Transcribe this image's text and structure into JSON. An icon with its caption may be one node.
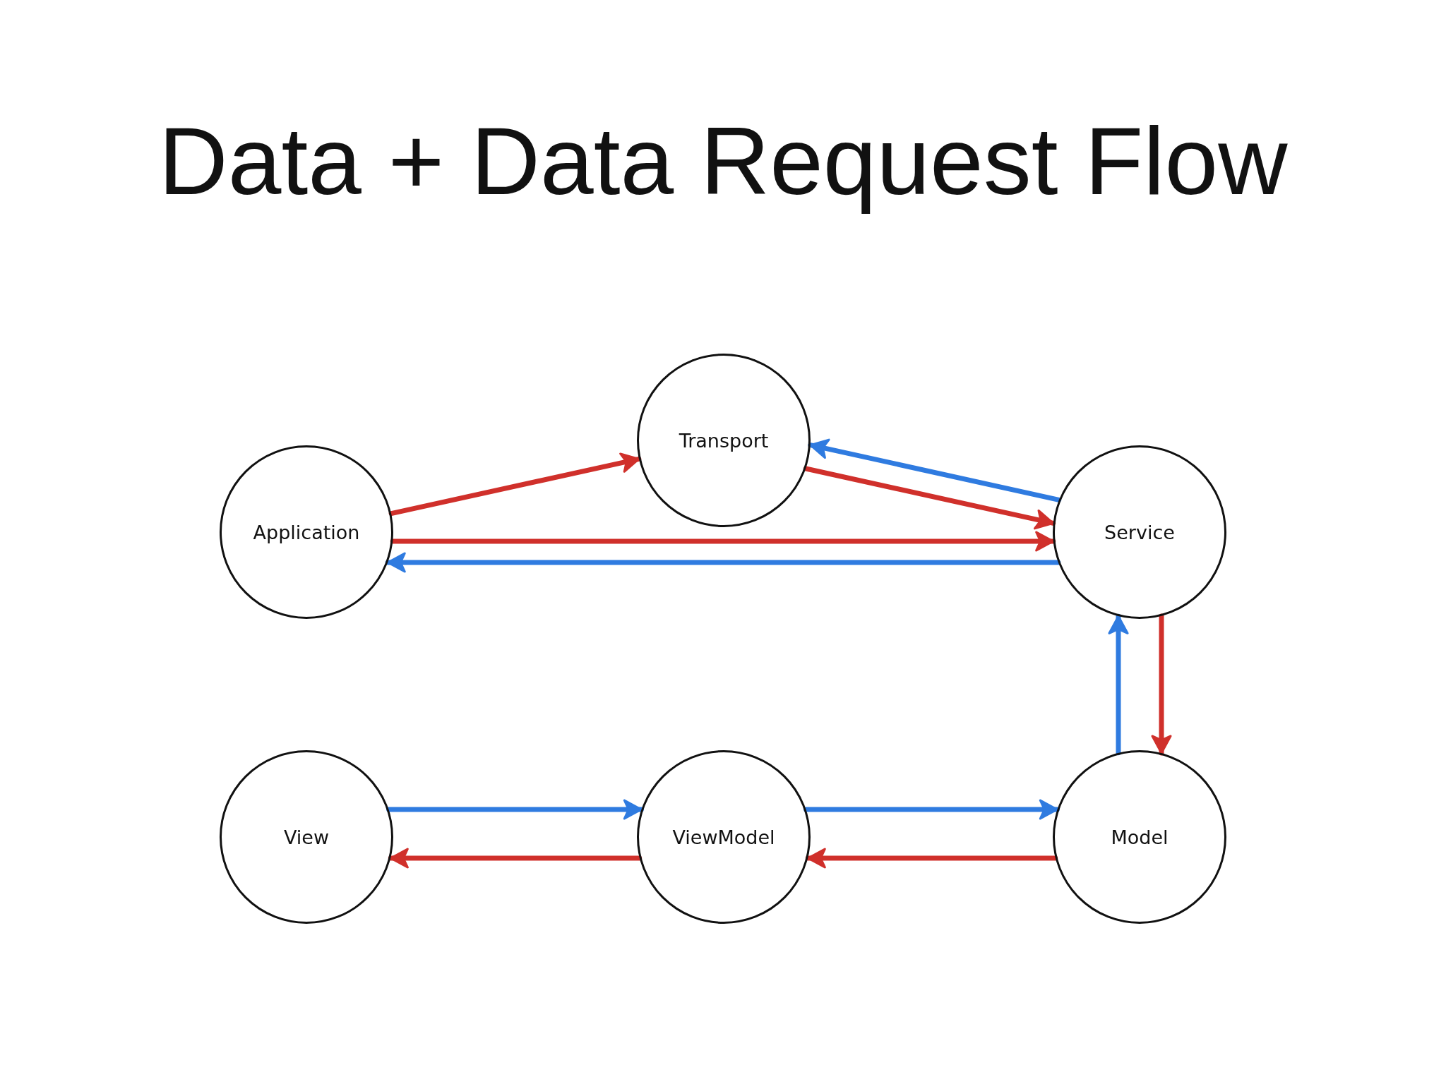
{
  "diagram": {
    "title": "Data + Data Request Flow",
    "nodes": [
      {
        "text": [
          "Application"
        ]
      },
      {
        "text": [
          "Transport"
        ]
      },
      {
        "text": [
          "Service"
        ]
      },
      {
        "text": [
          "View"
        ]
      },
      {
        "text": [
          "ViewModel"
        ]
      },
      {
        "text": [
          "Model"
        ]
      }
    ],
    "edges": [
      {
        "from": 0,
        "to": 1,
        "arrow": "to"
      },
      {
        "from": 1,
        "to": 2,
        "arrow": "to"
      },
      {
        "from": 2,
        "to": 1,
        "arrow": "to",
        "color": "#2f7be0"
      },
      {
        "from": 0,
        "to": 2,
        "arrow": "to"
      },
      {
        "from": 2,
        "to": 0,
        "arrow": "to",
        "color": "#2f7be0"
      },
      {
        "from": 5,
        "to": 2,
        "arrow": "to",
        "color": "#2f7be0"
      },
      {
        "from": 2,
        "to": 5,
        "arrow": "to"
      },
      {
        "from": 3,
        "to": 4,
        "arrow": "to",
        "color": "#2f7be0"
      },
      {
        "from": 4,
        "to": 3,
        "arrow": "to"
      },
      {
        "from": 4,
        "to": 5,
        "arrow": "to",
        "color": "#2f7be0"
      },
      {
        "from": 5,
        "to": 4,
        "arrow": "to"
      }
    ]
  }
}
